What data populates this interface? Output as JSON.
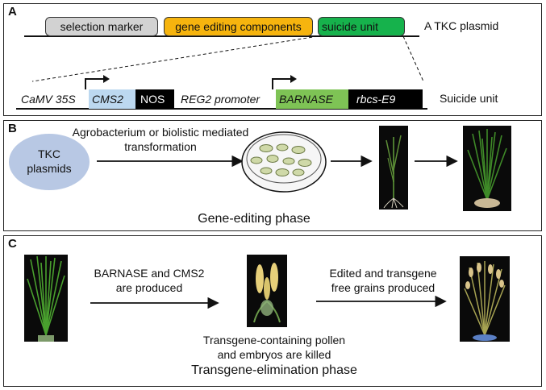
{
  "panel_a": {
    "label": "A",
    "plasmid_label": "A TKC plasmid",
    "boxes": {
      "selection_marker": "selection marker",
      "gene_editing": "gene editing components",
      "suicide_unit": "suicide unit"
    },
    "suicide_unit_label": "Suicide unit",
    "segments": {
      "camv35s": "CaMV 35S",
      "cms2": "CMS2",
      "nos": "NOS",
      "reg2": "REG2 promoter",
      "barnase": "BARNASE",
      "rbcs": "rbcs-E9"
    }
  },
  "panel_b": {
    "label": "B",
    "tkc_line1": "TKC",
    "tkc_line2": "plasmids",
    "transform_line1": "Agrobacterium or biolistic mediated",
    "transform_line2": "transformation",
    "phase": "Gene-editing phase"
  },
  "panel_c": {
    "label": "C",
    "produced_line1": "BARNASE and CMS2",
    "produced_line2": "are produced",
    "edited_line1": "Edited and transgene",
    "edited_line2": "free grains produced",
    "killed_line1": "Transgene-containing pollen",
    "killed_line2": "and embryos are killed",
    "phase": "Transgene-elimination phase"
  },
  "colors": {
    "selection_marker": "#d2d2d2",
    "gene_editing": "#f6b40e",
    "suicide_unit": "#16b24c",
    "cms2": "#bcd8f0",
    "barnase": "#7ec355",
    "dark": "#000000",
    "ellipse": "#b8c8e4"
  }
}
